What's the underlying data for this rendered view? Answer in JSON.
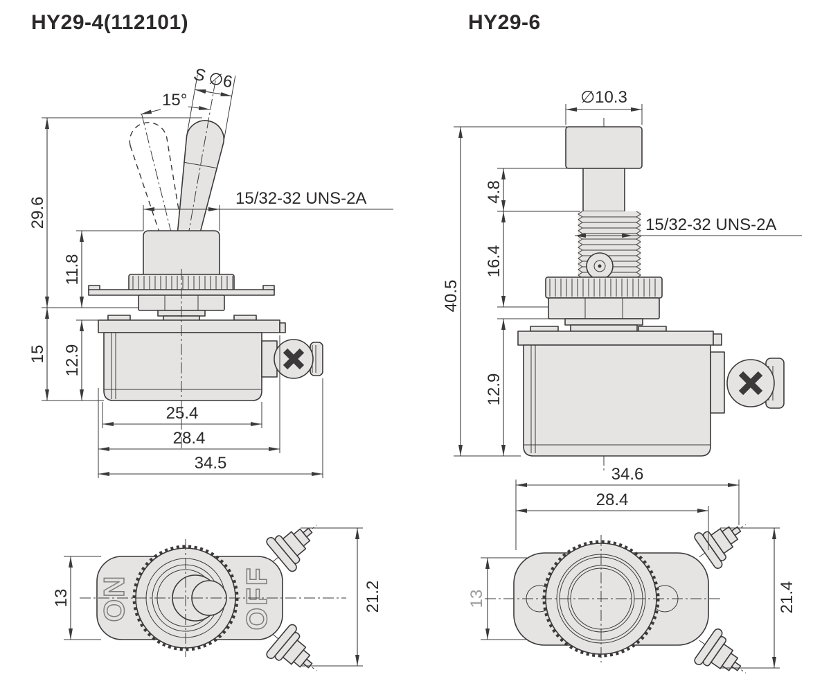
{
  "colors": {
    "background": "#ffffff",
    "line": "#3b393a",
    "fill": "#e5e4e3",
    "text": "#2b292a",
    "engraving": "#7d7d7d",
    "light_dim_text": "#9b9b9b"
  },
  "left": {
    "title": "HY29-4(112101)",
    "front_view": {
      "lever_s_prefix": "S",
      "lever_diameter": "∅6",
      "lever_angle": "15°",
      "thread_spec": "15/32-32 UNS-2A",
      "dim_height_overall": "29.6",
      "dim_height_bushing": "11.8",
      "dim_height_lower": "15",
      "dim_height_body": "12.9",
      "dim_width_body": "25.4",
      "dim_width_flange": "28.4",
      "dim_width_total": "34.5"
    },
    "bottom_view": {
      "marking_on": "ON",
      "marking_off": "OFF",
      "dim_width_plate": "13",
      "dim_height_terminals": "21.2"
    }
  },
  "right": {
    "title": "HY29-6",
    "front_view": {
      "button_diameter": "∅10.3",
      "thread_spec": "15/32-32 UNS-2A",
      "dim_height_overall": "40.5",
      "dim_height_stem": "4.8",
      "dim_height_thread": "16.4",
      "dim_height_body": "12.9"
    },
    "bottom_view": {
      "dim_width_total": "34.6",
      "dim_width_flange": "28.4",
      "dim_width_plate": "13",
      "dim_height_terminals": "21.4"
    }
  }
}
